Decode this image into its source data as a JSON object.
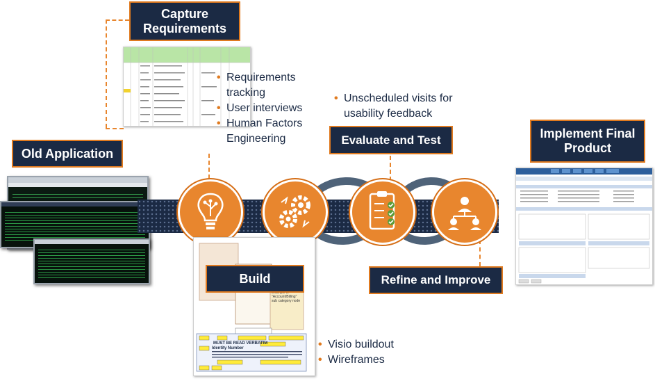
{
  "stages": {
    "capture": "Capture Requirements",
    "old_app": "Old Application",
    "evaluate": "Evaluate and Test",
    "build": "Build",
    "refine": "Refine and Improve",
    "implement": "Implement Final Product"
  },
  "capture_bullets": [
    "Requirements tracking",
    "User interviews",
    "Human Factors Engineering"
  ],
  "evaluate_bullets": [
    "Unscheduled visits for usability feedback"
  ],
  "build_bullets": [
    "Visio buildout",
    "Wireframes"
  ],
  "build_doc": {
    "heading": "Identity Number",
    "example": "Example 3: \"Account/Billing\" sub category node",
    "notice": "MUST BE READ VERBATIM"
  },
  "colors": {
    "navy": "#1b2a44",
    "orange": "#e8862e",
    "arrow_gray": "#4f6379"
  },
  "icons": [
    "lightbulb-circuit-icon",
    "gears-icon",
    "clipboard-checklist-icon",
    "team-network-icon"
  ]
}
